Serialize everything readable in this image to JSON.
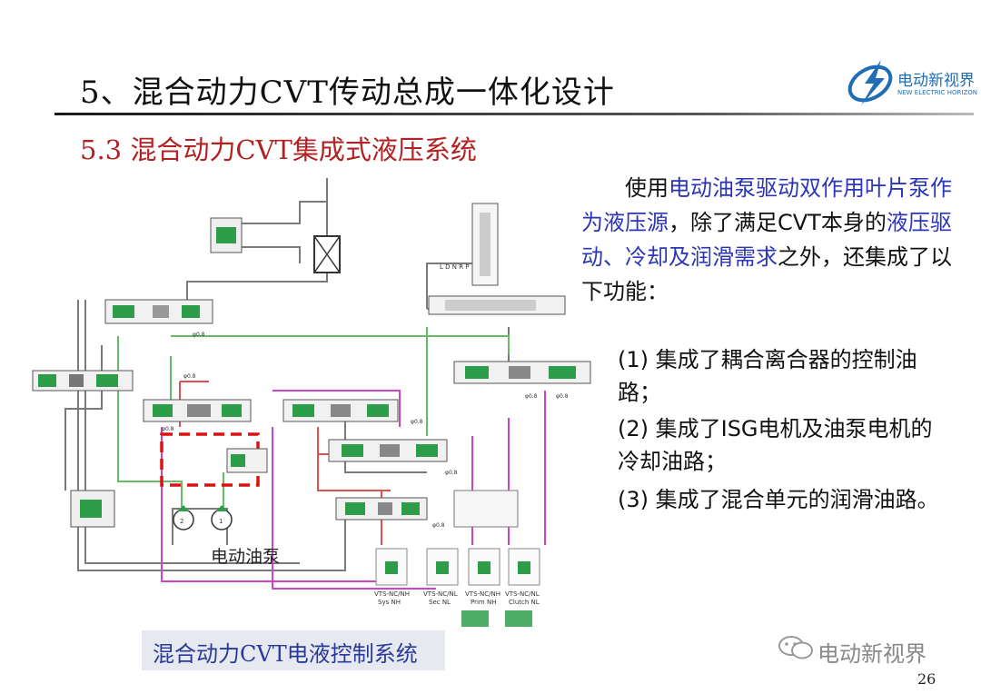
{
  "slide": {
    "title": "5、混合动力CVT传动总成一体化设计",
    "subtitle": "5.3 混合动力CVT集成式液压系统",
    "page_number": "26"
  },
  "logo": {
    "name": "电动新视界",
    "tagline": "NEW ELECTRIC HORIZON",
    "color": "#1f6db5"
  },
  "description": {
    "p1": "使用",
    "p1_highlight": "电动油泵驱动双作用叶片泵作为液压源",
    "p2": "，除了满足CVT本身的",
    "p2_highlight": "液压驱动、冷却及润滑需求",
    "p3": "之外，还集成了以下功能："
  },
  "features": [
    "(1)  集成了耦合离合器的控制油路；",
    "(2) 集成了ISG电机及油泵电机的冷却油路；",
    "(3)  集成了混合单元的润滑油路。"
  ],
  "diagram": {
    "caption": "混合动力CVT电液控制系统",
    "pump_label": "电动油泵",
    "pump_numbers": [
      "2",
      "1"
    ],
    "shift_positions": "L D N R P",
    "orifice_labels": [
      "φ0.8",
      "φ0.8",
      "φ0.8",
      "φ0.8",
      "φ0.8",
      "φ0.8",
      "φ0.8",
      "φ0.8"
    ],
    "solenoids": [
      {
        "model": "VTS-NC/NH",
        "name": "Sys NH"
      },
      {
        "model": "VTS-NC/NL",
        "name": "Sec NL"
      },
      {
        "model": "VTS-NC/NH",
        "name": "Prim NH"
      },
      {
        "model": "VTS-NC/NL",
        "name": "Clutch NL"
      }
    ],
    "colors": {
      "main_line": "#7a7a7a",
      "pilot_line": "#cc44cc",
      "lube_line": "#66bb66",
      "pressure_line": "#e05050",
      "highlight_box": "#dd1111",
      "valve_green": "#2e9d4a"
    }
  },
  "watermark": "电动新视界"
}
